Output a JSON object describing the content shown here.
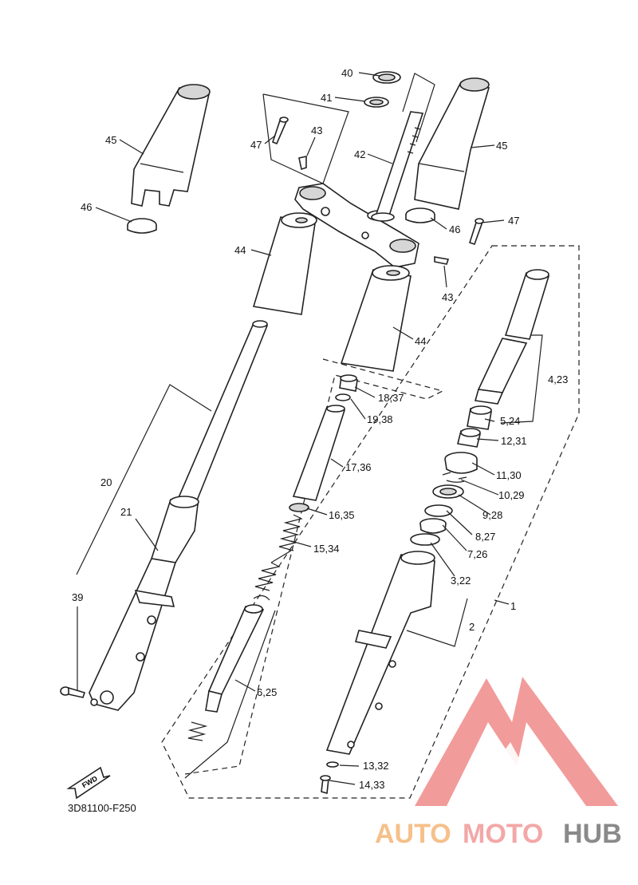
{
  "diagram": {
    "code": "3D81100-F250",
    "fwd_label": "FWD"
  },
  "callouts": {
    "c40": "40",
    "c41": "41",
    "c42": "42",
    "c43a": "43",
    "c43b": "43",
    "c44a": "44",
    "c44b": "44",
    "c45a": "45",
    "c45b": "45",
    "c46a": "46",
    "c46b": "46",
    "c47a": "47",
    "c47b": "47",
    "c1": "1",
    "c2": "2",
    "c3": "3,22",
    "c4": "4,23",
    "c5": "5,24",
    "c6": "6,25",
    "c7": "7,26",
    "c8": "8,27",
    "c9": "9,28",
    "c10": "10,29",
    "c11": "11,30",
    "c12": "12,31",
    "c13": "13,32",
    "c14": "14,33",
    "c15": "15,34",
    "c16": "16,35",
    "c17": "17,36",
    "c18": "18,37",
    "c19": "19,38",
    "c20": "20",
    "c21": "21",
    "c39": "39"
  },
  "watermark": {
    "part1": "AUTO",
    "part2": "MOTO",
    "part3": "HUB",
    "color1": "#f5c08a",
    "color2": "#f3a7a7",
    "color3": "#8a8a8a",
    "logo_color": "#f08a8a"
  }
}
